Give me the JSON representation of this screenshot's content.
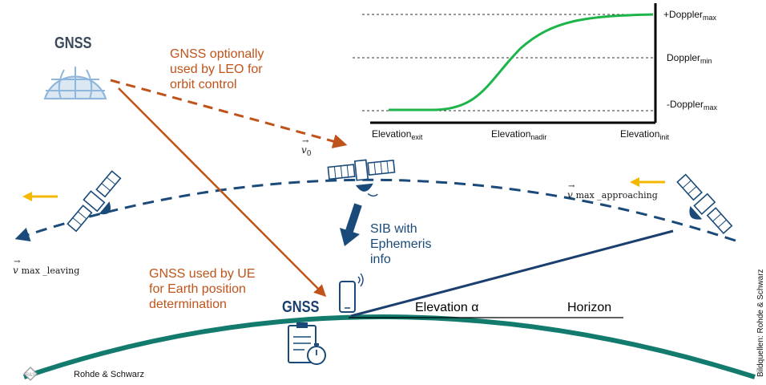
{
  "gnss_logo_top": {
    "text": "GNSS"
  },
  "gnss_logo_bottom": {
    "text": "GNSS"
  },
  "annotations": {
    "leo_orbit": [
      "GNSS optionally",
      "used by LEO for",
      "orbit control"
    ],
    "ue_position": [
      "GNSS used by UE",
      "for Earth position",
      "determination"
    ],
    "sib": [
      "SIB with",
      "Ephemeris",
      "info"
    ]
  },
  "labels": {
    "elevation_alpha": "Elevation α",
    "horizon": "Horizon",
    "rohde": "Rohde & Schwarz",
    "source": "Bildquellen: Rohde & Schwarz"
  },
  "velocity": {
    "v0": {
      "base": "v",
      "sub": "0"
    },
    "approaching": {
      "base": "v",
      "sub": "max _approaching"
    },
    "leaving": {
      "base": "v",
      "sub": "max _leaving"
    }
  },
  "chart_data": {
    "type": "line",
    "title": "",
    "xlabel": "",
    "ylabel": "",
    "x_tick_labels": [
      {
        "base": "Elevation",
        "sub": "exit"
      },
      {
        "base": "Elevation",
        "sub": "nadir"
      },
      {
        "base": "Elevation",
        "sub": "init"
      }
    ],
    "y_tick_labels": [
      {
        "base": "+Doppler",
        "sub": "max"
      },
      {
        "base": "Doppler",
        "sub": "min"
      },
      {
        "base": "-Doppler",
        "sub": "max"
      }
    ],
    "grid": "dashed horizontal",
    "series": [
      {
        "color": "#1db54a",
        "shape": "s-curve from -Doppler max to +Doppler max"
      }
    ]
  },
  "colors": {
    "orange": "#c0531a",
    "navy": "#1a4a7a",
    "earth": "#137a6e",
    "curve": "#1db54a",
    "arrow_yellow": "#f5b800"
  }
}
